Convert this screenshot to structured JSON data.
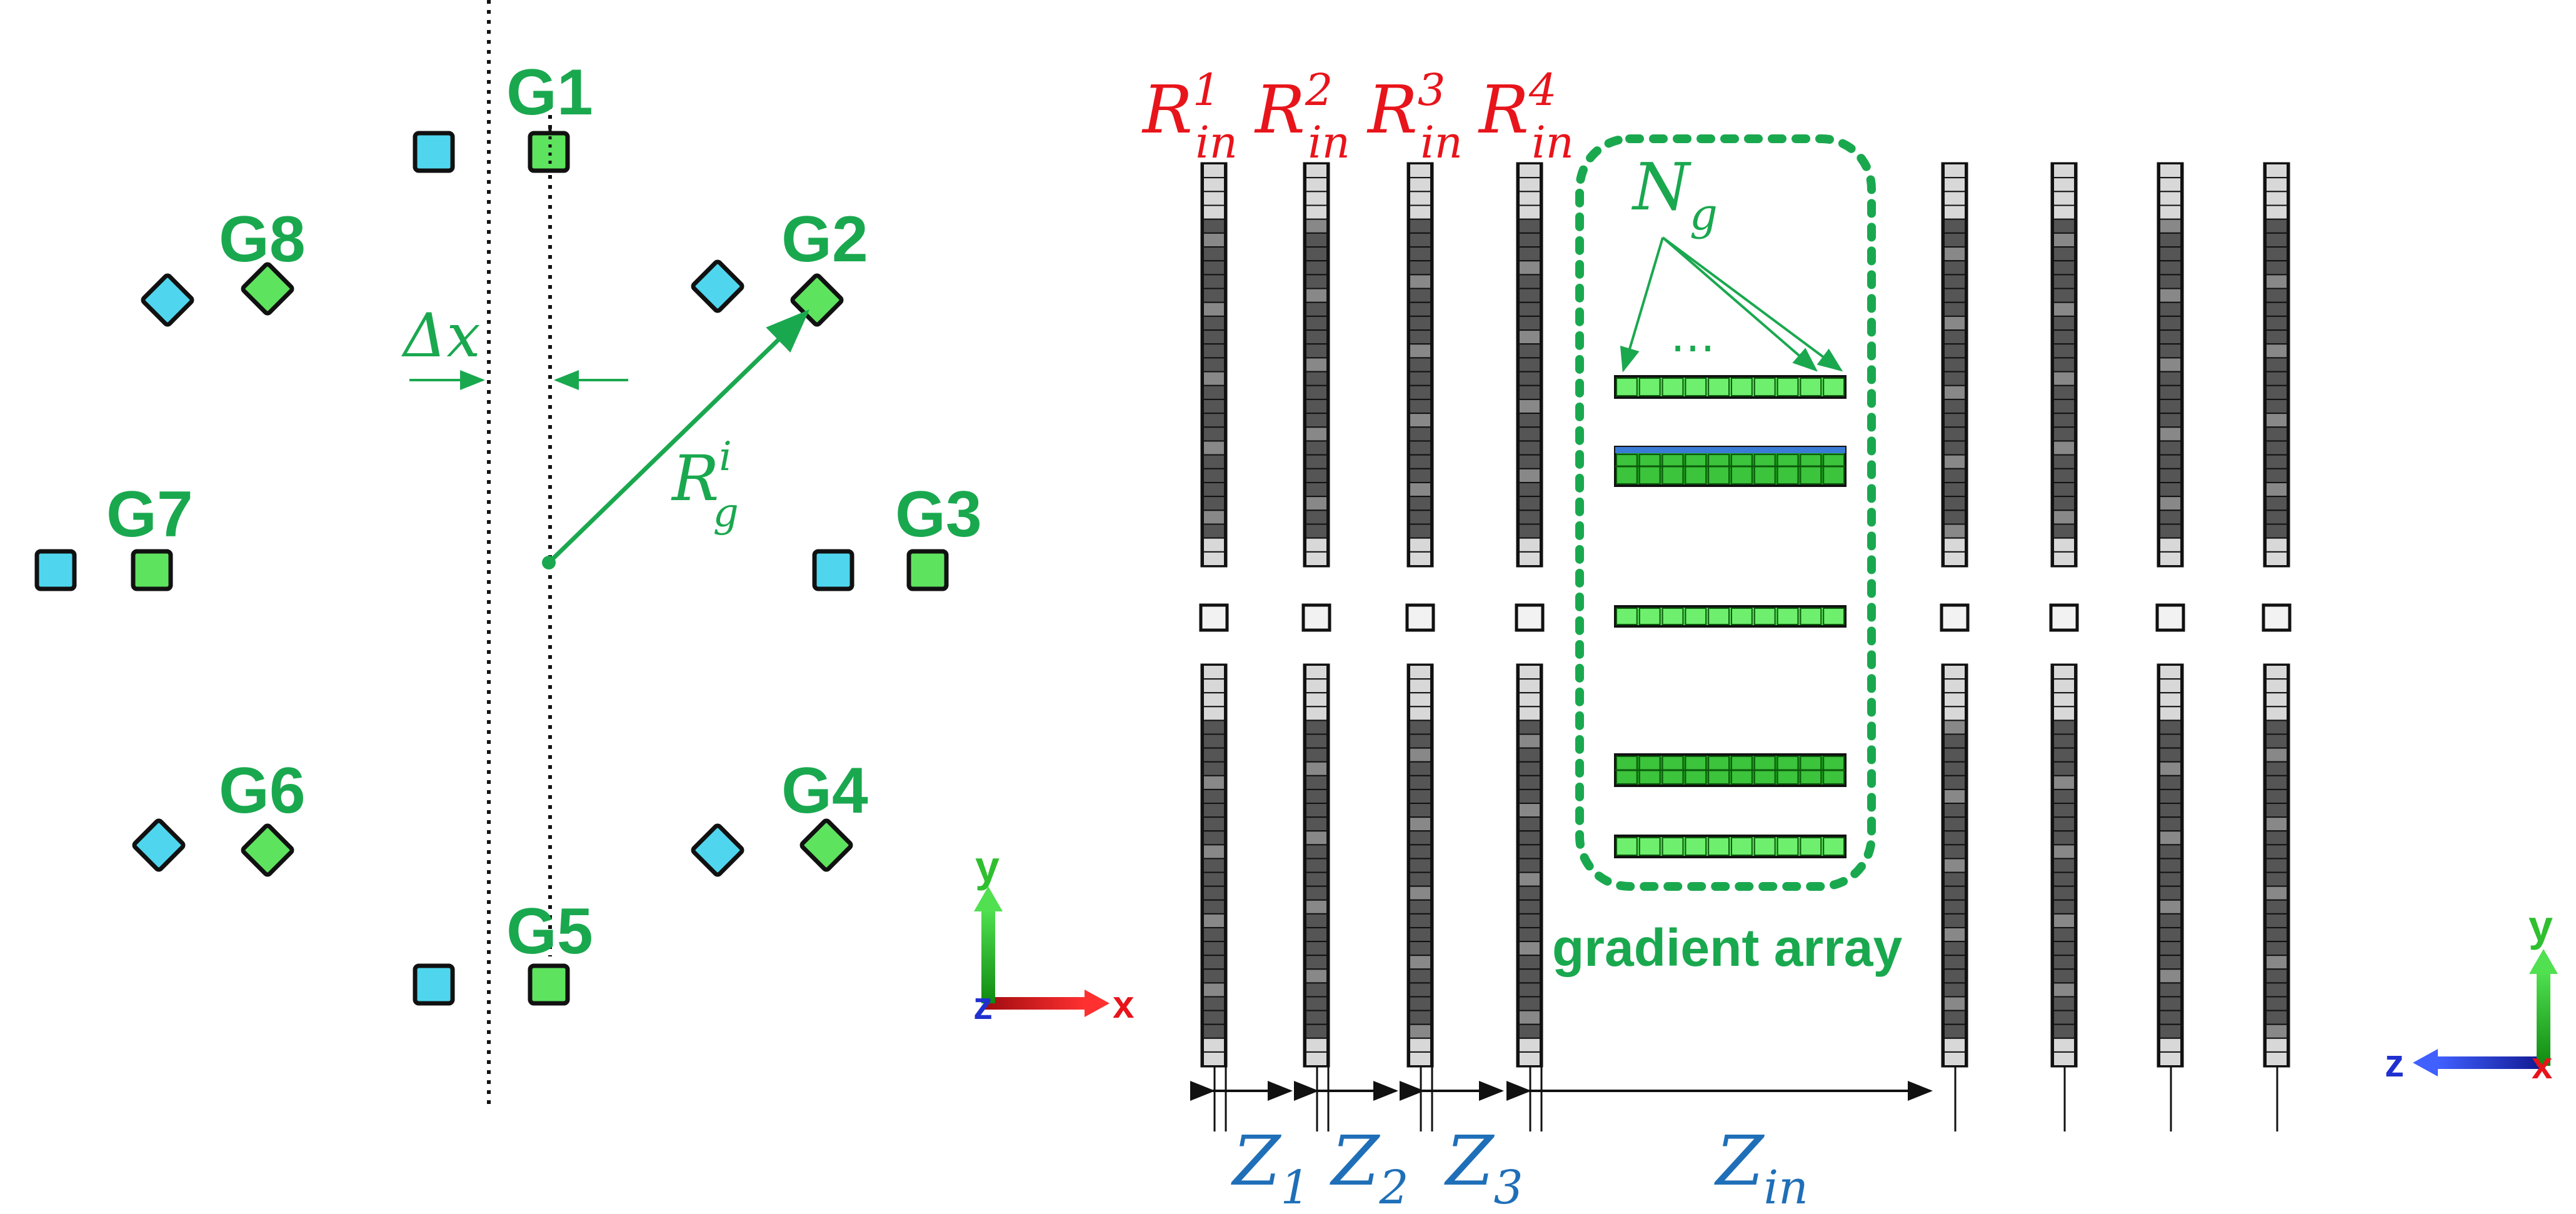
{
  "colors": {
    "green_text": "#1aa84f",
    "green_fill": "#5ee35e",
    "green_dark": "#1c9e1c",
    "cyan_fill": "#4fd6ee",
    "red_text": "#e8141b",
    "blue_text": "#1f6fb8",
    "axis_green": "#2fbf2f",
    "axis_red": "#e8141b",
    "axis_blue": "#2030d0",
    "slab_dark": "#555555",
    "slab_mid": "#888888",
    "slab_light": "#d8d8d8",
    "stripe_blue": "#3a7bd5"
  },
  "left_panel": {
    "groups": [
      {
        "label": "G1"
      },
      {
        "label": "G2"
      },
      {
        "label": "G3"
      },
      {
        "label": "G4"
      },
      {
        "label": "G5"
      },
      {
        "label": "G6"
      },
      {
        "label": "G7"
      },
      {
        "label": "G8"
      }
    ],
    "delta_x": {
      "symbol": "Δ",
      "var": "x"
    },
    "radius": {
      "base": "R",
      "sub": "g",
      "sup": "i"
    },
    "axes": {
      "vertical": "y",
      "horizontal": "x",
      "out": "z"
    }
  },
  "right_panel": {
    "rings": [
      {
        "base": "R",
        "sub": "in",
        "sup": "1"
      },
      {
        "base": "R",
        "sub": "in",
        "sup": "2"
      },
      {
        "base": "R",
        "sub": "in",
        "sup": "3"
      },
      {
        "base": "R",
        "sub": "in",
        "sup": "4"
      }
    ],
    "ng": {
      "base": "N",
      "sub": "g"
    },
    "ellipsis": "…",
    "gradient_label": "gradient array",
    "distances": [
      {
        "base": "Z",
        "sub": "1"
      },
      {
        "base": "Z",
        "sub": "2"
      },
      {
        "base": "Z",
        "sub": "3"
      },
      {
        "base": "Z",
        "sub": "in"
      }
    ],
    "axes": {
      "vertical": "y",
      "horizontal": "z",
      "out": "x"
    }
  }
}
